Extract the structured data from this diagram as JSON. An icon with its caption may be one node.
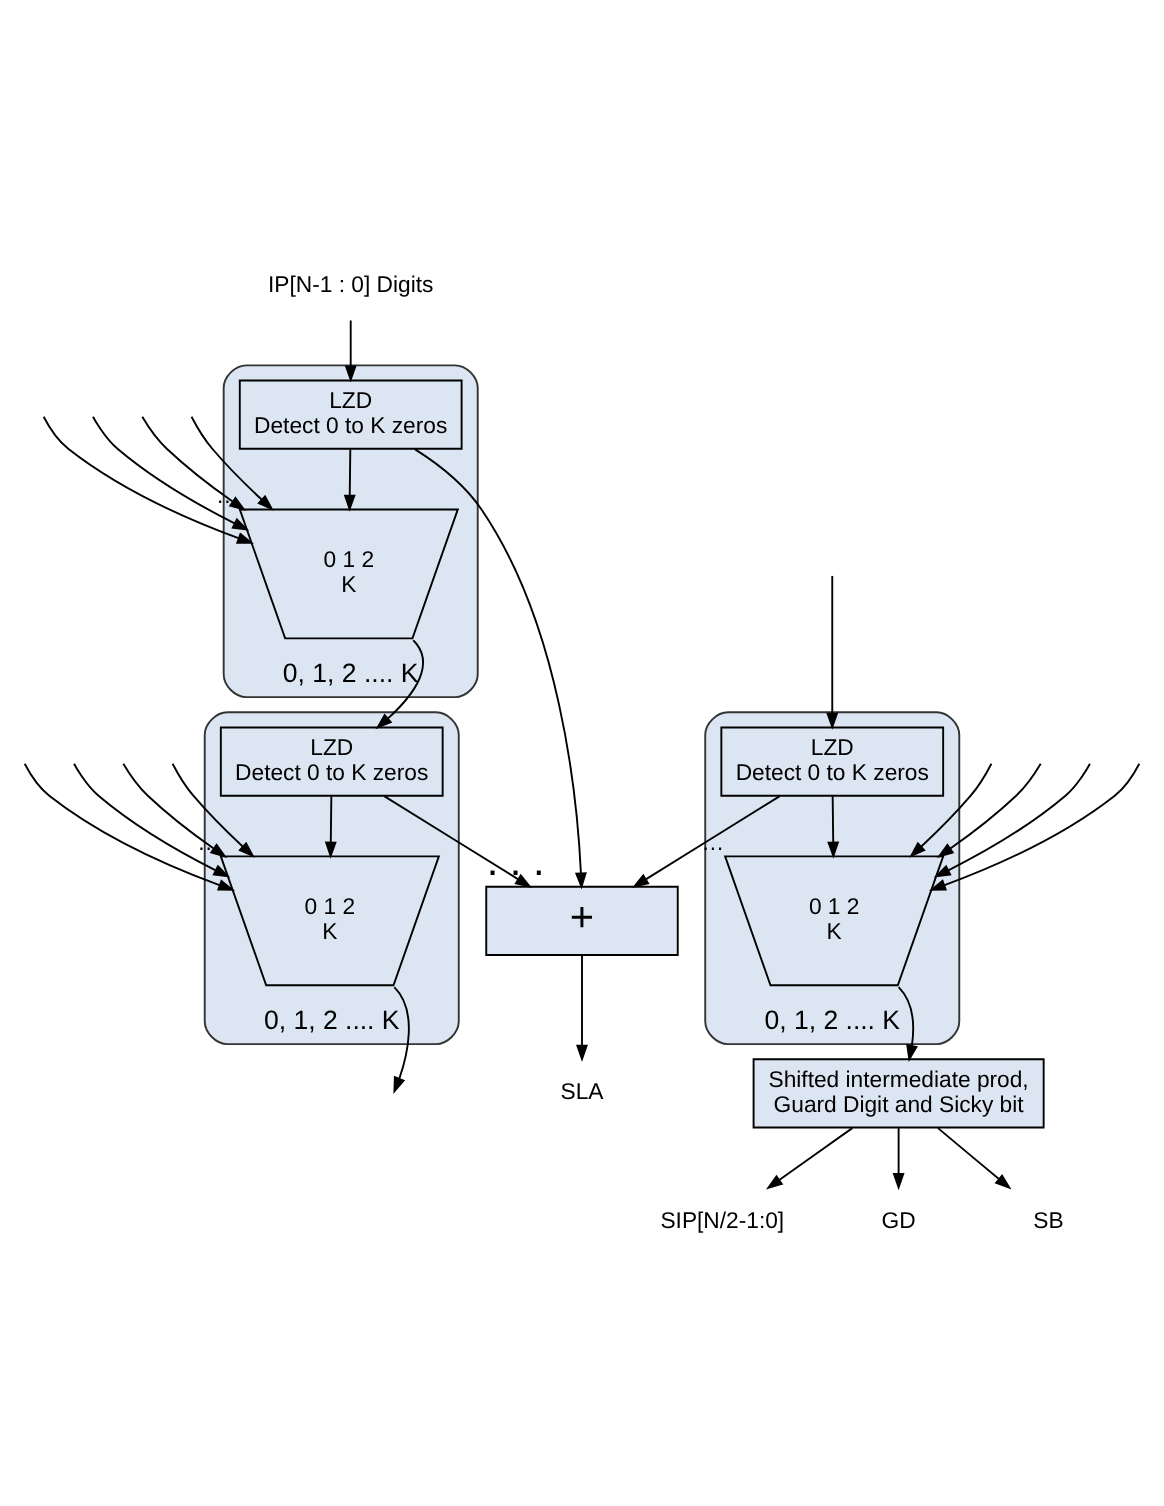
{
  "diagram": {
    "nodes": [
      {
        "text": [
          "IP[N-1 : 0] Digits"
        ]
      },
      {
        "text": [
          "0, 1, 2 .... K"
        ]
      },
      {
        "text": [
          "LZD",
          "Detect 0 to K zeros"
        ],
        "in": 1
      },
      {
        "text": [
          "0 1 2",
          "K"
        ],
        "in": 1,
        "beside": [
          "…"
        ]
      },
      {
        "text": [
          "0, 1, 2 .... K"
        ]
      },
      {
        "text": [
          "LZD",
          "Detect 0 to K zeros"
        ],
        "in": 4
      },
      {
        "text": [
          "0 1 2",
          "K"
        ],
        "in": 4,
        "beside": [
          "…"
        ]
      },
      {
        "text": [
          "0, 1, 2 .... K"
        ]
      },
      {
        "text": [
          "LZD",
          "Detect 0 to K zeros"
        ],
        "in": 7
      },
      {
        "text": [
          "0 1 2",
          "K"
        ],
        "in": 7,
        "beside": [
          "…"
        ]
      },
      {
        "text": [
          "+"
        ],
        "beside": [
          ". . ."
        ]
      },
      {
        "text": [
          "Shifted intermediate prod, Guard Digit and Sicky bit"
        ]
      },
      {
        "text": [
          "SLA"
        ]
      },
      {
        "text": [
          "SIP[N/2-1:0]"
        ]
      },
      {
        "text": [
          "GD"
        ]
      },
      {
        "text": [
          "SB"
        ]
      }
    ],
    "edges": [
      {
        "from": 0,
        "to": 2,
        "arrow": "to"
      },
      {
        "from": null,
        "to": 3,
        "arrow": "to"
      },
      {
        "from": null,
        "to": 3,
        "arrow": "to"
      },
      {
        "from": null,
        "to": 3,
        "arrow": "to"
      },
      {
        "from": null,
        "to": 3,
        "arrow": "to"
      },
      {
        "from": 2,
        "to": 3,
        "arrow": "to"
      },
      {
        "from": 2,
        "to": 10,
        "arrow": "to"
      },
      {
        "from": 3,
        "to": 5,
        "arrow": "to"
      },
      {
        "from": null,
        "to": 6,
        "arrow": "to"
      },
      {
        "from": null,
        "to": 6,
        "arrow": "to"
      },
      {
        "from": null,
        "to": 6,
        "arrow": "to"
      },
      {
        "from": null,
        "to": 6,
        "arrow": "to"
      },
      {
        "from": 5,
        "to": 6,
        "arrow": "to"
      },
      {
        "from": 5,
        "to": 10,
        "arrow": "to"
      },
      {
        "from": 6,
        "to": null,
        "arrow": "to"
      },
      {
        "from": null,
        "to": 8,
        "arrow": "to"
      },
      {
        "from": null,
        "to": 9,
        "arrow": "to"
      },
      {
        "from": null,
        "to": 9,
        "arrow": "to"
      },
      {
        "from": null,
        "to": 9,
        "arrow": "to"
      },
      {
        "from": null,
        "to": 9,
        "arrow": "to"
      },
      {
        "from": 8,
        "to": 9,
        "arrow": "to"
      },
      {
        "from": 8,
        "to": 10,
        "arrow": "to"
      },
      {
        "from": 9,
        "to": 11,
        "arrow": "to"
      },
      {
        "from": 10,
        "to": 12,
        "arrow": "to"
      },
      {
        "from": 11,
        "to": 13,
        "arrow": "to"
      },
      {
        "from": 11,
        "to": 14,
        "arrow": "to"
      },
      {
        "from": 11,
        "to": 15,
        "arrow": "to"
      }
    ]
  }
}
